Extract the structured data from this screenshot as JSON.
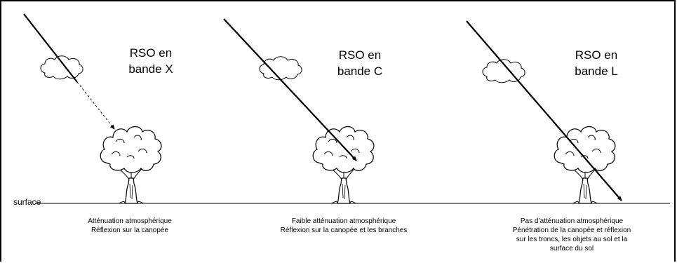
{
  "surface_label": "surface",
  "panels": [
    {
      "title_line1": "RSO en",
      "title_line2": "bande X",
      "caption": [
        "Atténuation atmosphérique",
        "Réflexion sur la canopée"
      ]
    },
    {
      "title_line1": "RSO en",
      "title_line2": "bande C",
      "caption": [
        "Faible atténuation atmosphérique",
        "Réflexion sur la canopée et les branches"
      ]
    },
    {
      "title_line1": "RSO en",
      "title_line2": "bande L",
      "caption": [
        "Pas d’atténuation atmosphérique",
        "Pénétration de la canopée et réflexion",
        "sur les troncs, les objets au sol et la",
        "surface du sol"
      ]
    }
  ],
  "colors": {
    "line": "#000000",
    "fill": "#ffffff"
  },
  "icons": [
    "cloud-icon",
    "tree-icon",
    "radar-beam-arrow"
  ]
}
